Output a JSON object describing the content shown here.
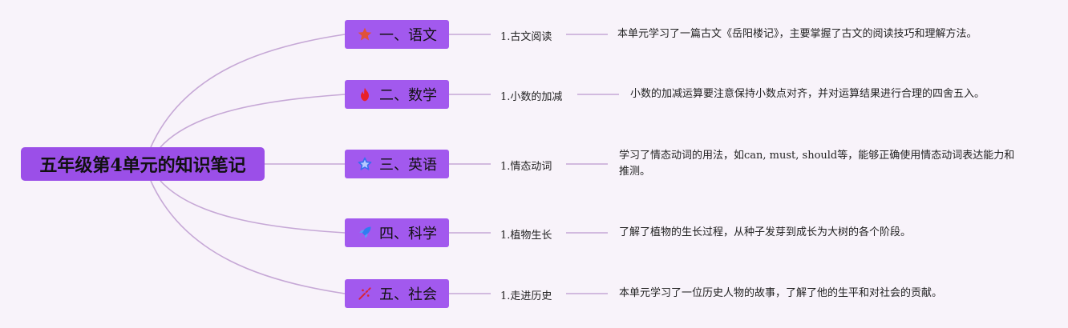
{
  "root": {
    "label": "五年级第4单元的知识笔记"
  },
  "colors": {
    "root_fill": "#9b4fe8",
    "subject_fill": "#a259ee",
    "link": "#c6a8d6",
    "background": "#f8f3fa"
  },
  "branches": [
    {
      "subject": "一、语文",
      "icon": "star-icon",
      "icon_color": "#e0523a",
      "topic": "1.古文阅读",
      "note": "本单元学习了一篇古文《岳阳楼记》，主要掌握了古文的阅读技巧和理解方法。"
    },
    {
      "subject": "二、数学",
      "icon": "fire-icon",
      "icon_color": "#e8202a",
      "topic": "1.小数的加减",
      "note": "小数的加减运算要注意保持小数点对齐，并对运算结果进行合理的四舍五入。"
    },
    {
      "subject": "三、英语",
      "icon": "star-outline-icon",
      "icon_color": "#3b6df0",
      "topic": "1.情态动词",
      "note": "学习了情态动词的用法，如can, must, should等，能够正确使用情态动词表达能力和推测。"
    },
    {
      "subject": "四、科学",
      "icon": "rocket-icon",
      "icon_color": "#2f7df0",
      "topic": "1.植物生长",
      "note": "了解了植物的生长过程，从种子发芽到成长为大树的各个阶段。"
    },
    {
      "subject": "五、社会",
      "icon": "firework-icon",
      "icon_color": "#d8243a",
      "topic": "1.走进历史",
      "note": "本单元学习了一位历史人物的故事，了解了他的生平和对社会的贡献。"
    }
  ]
}
